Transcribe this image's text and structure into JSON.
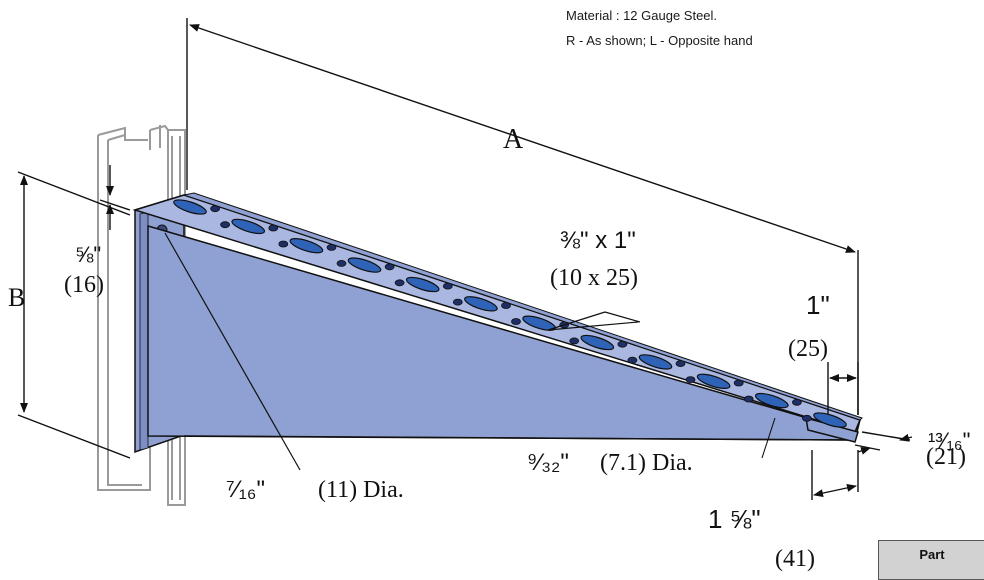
{
  "notes": {
    "material": "Material : 12 Gauge Steel.",
    "hand": "R - As shown; L - Opposite hand"
  },
  "dimensions": {
    "a": "A",
    "b": "B",
    "slot_size": "⅜\" x 1\"",
    "slot_size_mm": "(10 x 25)",
    "end_length": "1\"",
    "end_length_mm": "(25)",
    "flange_top": "⅝\"",
    "flange_top_mm": "(16)",
    "hole_large": "⁷⁄₁₆\"",
    "hole_large_mm": "(11) Dia.",
    "hole_small": "⁹⁄₃₂\"",
    "hole_small_mm": "(7.1) Dia.",
    "depth": "¹³⁄₁₆\"",
    "depth_mm": "(21)",
    "width": "1 ⅝\"",
    "width_mm": "(41)"
  },
  "table_header": {
    "part": "Part"
  },
  "colors": {
    "steel_fill": "#8fa0d2",
    "steel_light": "#aab7e0",
    "slot_fill": "#2e63b8",
    "channel": "#9a9a9a",
    "line": "#111111"
  }
}
